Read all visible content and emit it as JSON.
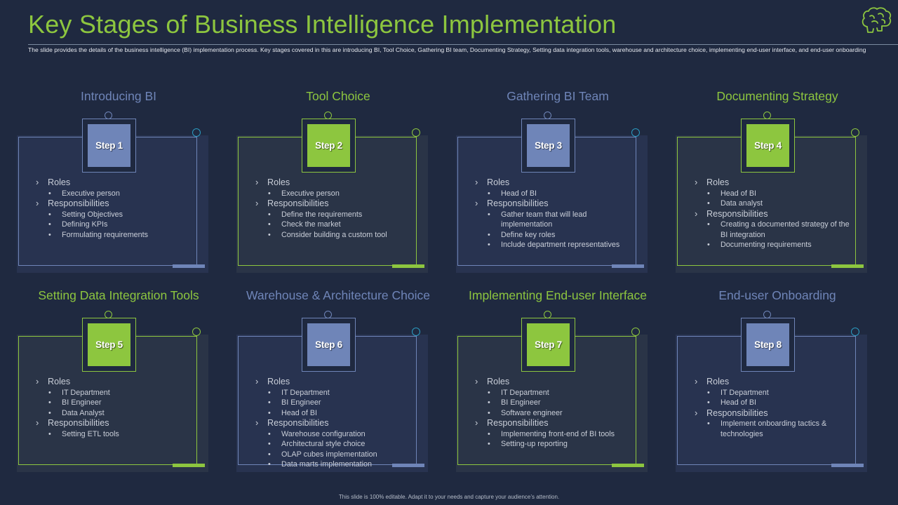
{
  "slide": {
    "title": "Key Stages of Business Intelligence Implementation",
    "subtitle": "The slide provides the details of the business intelligence (BI) implementation process. Key stages covered in this are introducing BI, Tool Choice, Gathering BI team, Documenting Strategy, Setting data integration tools, warehouse and architecture choice, implementing end-user interface, and end-user onboarding",
    "footer": "This slide is 100% editable. Adapt it to your needs and capture your audience’s attention.",
    "icon": "brain-icon"
  },
  "colors": {
    "background": "#1f2940",
    "green_accent": "#8dc63f",
    "blue_accent": "#6f85b8",
    "teal_dot": "#2b9cc2"
  },
  "stages": [
    {
      "heading": "Introducing BI",
      "step": "Step 1",
      "theme": "blue",
      "sections": [
        {
          "label": "Roles",
          "items": [
            "Executive person"
          ]
        },
        {
          "label": "Responsibilities",
          "items": [
            "Setting Objectives",
            "Defining KPIs",
            "Formulating requirements"
          ]
        }
      ]
    },
    {
      "heading": "Tool Choice",
      "step": "Step 2",
      "theme": "green",
      "sections": [
        {
          "label": "Roles",
          "items": [
            "Executive person"
          ]
        },
        {
          "label": "Responsibilities",
          "items": [
            "Define the requirements",
            "Check the market",
            "Consider building a custom tool"
          ]
        }
      ]
    },
    {
      "heading": "Gathering BI Team",
      "step": "Step 3",
      "theme": "blue",
      "sections": [
        {
          "label": "Roles",
          "items": [
            "Head of BI"
          ]
        },
        {
          "label": "Responsibilities",
          "items": [
            "Gather team that will lead implementation",
            "Define key roles",
            "Include department representatives"
          ]
        }
      ]
    },
    {
      "heading": "Documenting Strategy",
      "step": "Step 4",
      "theme": "green",
      "sections": [
        {
          "label": "Roles",
          "items": [
            "Head of BI",
            "Data analyst"
          ]
        },
        {
          "label": "Responsibilities",
          "items": [
            "Creating a documented strategy of the BI integration",
            "Documenting requirements"
          ]
        }
      ]
    },
    {
      "heading": "Setting Data Integration Tools",
      "step": "Step 5",
      "theme": "green",
      "sections": [
        {
          "label": "Roles",
          "items": [
            "IT Department",
            "BI Engineer",
            "Data Analyst"
          ]
        },
        {
          "label": "Responsibilities",
          "items": [
            "Setting ETL tools"
          ]
        }
      ]
    },
    {
      "heading": "Warehouse & Architecture Choice",
      "step": "Step 6",
      "theme": "blue",
      "sections": [
        {
          "label": "Roles",
          "items": [
            "IT Department",
            "BI Engineer",
            "Head of BI"
          ]
        },
        {
          "label": "Responsibilities",
          "items": [
            "Warehouse configuration",
            "Architectural style choice",
            "OLAP cubes implementation",
            "Data marts implementation"
          ]
        }
      ]
    },
    {
      "heading": "Implementing End-user Interface",
      "step": "Step 7",
      "theme": "green",
      "sections": [
        {
          "label": "Roles",
          "items": [
            "IT Department",
            "BI Engineer",
            "Software engineer"
          ]
        },
        {
          "label": "Responsibilities",
          "items": [
            "Implementing front-end of BI tools",
            "Setting-up reporting"
          ]
        }
      ]
    },
    {
      "heading": "End-user Onboarding",
      "step": "Step 8",
      "theme": "blue",
      "sections": [
        {
          "label": "Roles",
          "items": [
            "IT Department",
            "Head of BI"
          ]
        },
        {
          "label": "Responsibilities",
          "items": [
            "Implement onboarding tactics & technologies"
          ]
        }
      ]
    }
  ]
}
